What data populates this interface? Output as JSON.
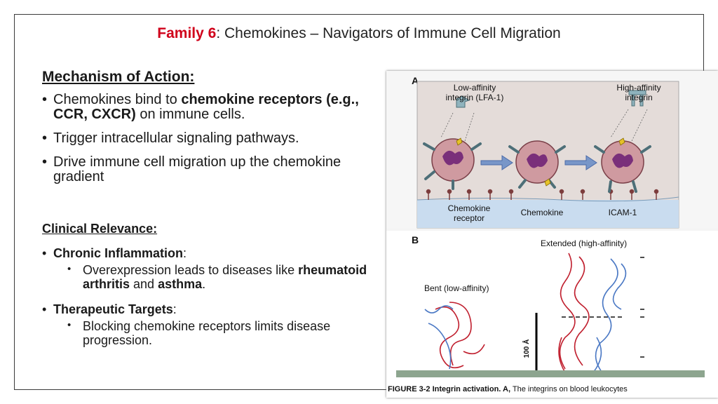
{
  "title": {
    "family": "Family 6",
    "rest": ": Chemokines – Navigators of Immune Cell Migration"
  },
  "mechanism": {
    "heading": "Mechanism of Action:",
    "b1_pre": "Chemokines bind to ",
    "b1_bold": "chemokine receptors (e.g., CCR, CXCR)",
    "b1_post": " on immune cells.",
    "b2": "Trigger intracellular signaling pathways.",
    "b3": "Drive immune cell migration up the chemokine gradient"
  },
  "clinical": {
    "heading": "Clinical Relevance:",
    "item1_bold": "Chronic Inflammation",
    "item1_colon": ":",
    "item1_sub_pre": "Overexpression leads to diseases like ",
    "item1_sub_bold1": "rheumatoid arthritis",
    "item1_sub_mid": " and ",
    "item1_sub_bold2": "asthma",
    "item1_sub_end": ".",
    "item2_bold": "Therapeutic Targets",
    "item2_colon": ":",
    "item2_sub": "Blocking chemokine receptors limits disease progression."
  },
  "figure": {
    "panel_a": "A",
    "panel_b": "B",
    "low_affinity_1": "Low-affinity",
    "low_affinity_2": "integrin (LFA-1)",
    "high_affinity_1": "High-affinity",
    "high_affinity_2": "integrin",
    "chemokine_receptor_1": "Chemokine",
    "chemokine_receptor_2": "receptor",
    "chemokine": "Chemokine",
    "icam": "ICAM-1",
    "extended": "Extended (high-affinity)",
    "bent": "Bent (low-affinity)",
    "scale": "100 Å",
    "caption_bold": "FIGURE 3-2 Integrin activation. A,",
    "caption_rest": " The integrins on blood leukocytes"
  },
  "colors": {
    "accent_red": "#d0021b",
    "cell_body": "#cf9aa0",
    "nucleus": "#7a2f7a",
    "integrin": "#8fb3bd",
    "endothelium": "#c9dcef",
    "structure_red": "#c01f2e",
    "structure_blue": "#4a78c4"
  }
}
